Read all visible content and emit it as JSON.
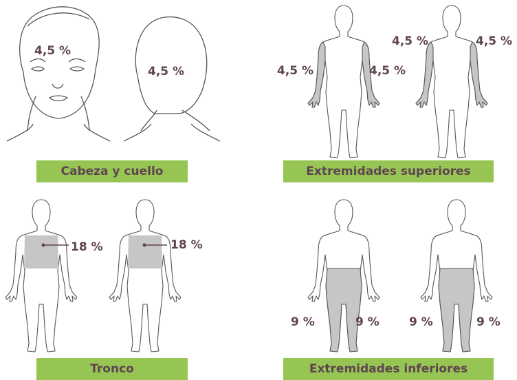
{
  "panels": {
    "head": {
      "title": "Cabeza y cuello",
      "front_pct": "4,5 %",
      "back_pct": "4,5 %"
    },
    "upper": {
      "title": "Extremidades superiores",
      "front_left": "4,5 %",
      "front_right": "4,5 %",
      "back_left": "4,5 %",
      "back_right": "4,5 %"
    },
    "trunk": {
      "title": "Tronco",
      "front_pct": "18 %",
      "back_pct": "18 %"
    },
    "lower": {
      "title": "Extremidades inferiores",
      "front_left": "9 %",
      "front_right": "9 %",
      "back_left": "9 %",
      "back_right": "9 %"
    }
  },
  "colors": {
    "banner": "#97c553",
    "text": "#5e4451",
    "highlight": "#c6c6c6",
    "outline": "#555555"
  }
}
